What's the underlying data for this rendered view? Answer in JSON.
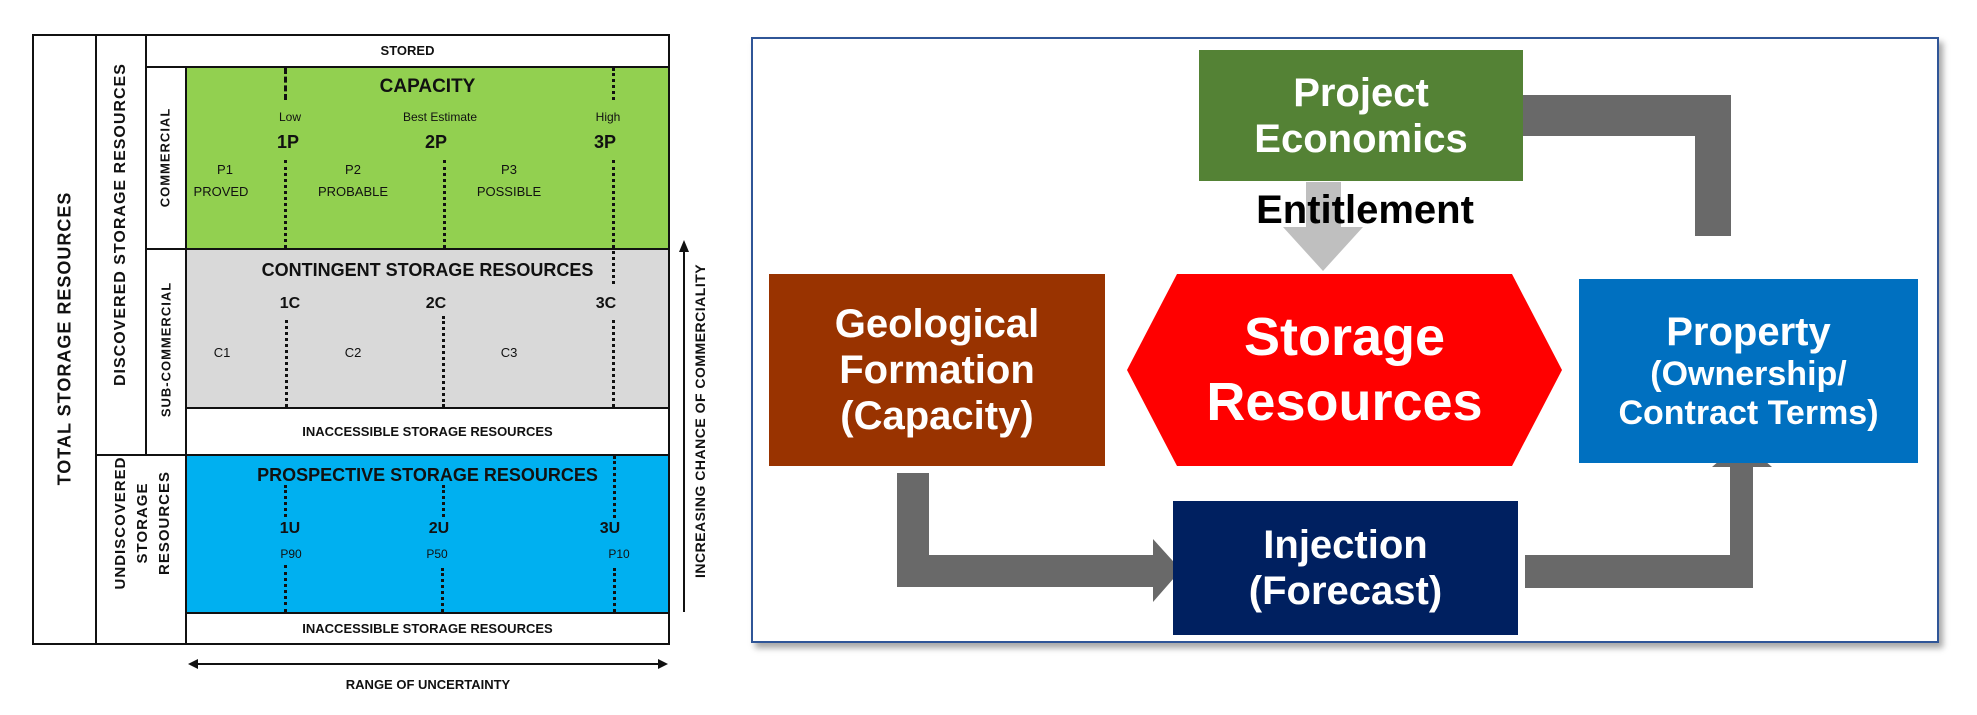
{
  "left_diagram": {
    "total_label": "TOTAL STORAGE RESOURCES",
    "discovered_label": "DISCOVERED STORAGE RESOURCES",
    "undiscovered_label": "UNDISCOVERED STORAGE RESOURCES",
    "commercial_label": "COMMERCIAL",
    "subcommercial_label": "SUB-COMMERCIAL",
    "stored_label": "STORED",
    "capacity": {
      "title": "CAPACITY",
      "low": "Low",
      "best": "Best Estimate",
      "high": "High",
      "markers": [
        "1P",
        "2P",
        "3P"
      ],
      "categories": [
        {
          "code": "P1",
          "name": "PROVED"
        },
        {
          "code": "P2",
          "name": "PROBABLE"
        },
        {
          "code": "P3",
          "name": "POSSIBLE"
        }
      ],
      "color": "#92D050"
    },
    "contingent": {
      "title": "CONTINGENT STORAGE RESOURCES",
      "markers": [
        "1C",
        "2C",
        "3C"
      ],
      "categories": [
        "C1",
        "C2",
        "C3"
      ],
      "color": "#D9D9D9"
    },
    "inaccessible_label": "INACCESSIBLE STORAGE RESOURCES",
    "prospective": {
      "title": "PROSPECTIVE STORAGE RESOURCES",
      "markers": [
        "1U",
        "2U",
        "3U"
      ],
      "percentiles": [
        "P90",
        "P50",
        "P10"
      ],
      "color": "#00B0F0"
    },
    "y_axis_label": "INCREASING CHANCE OF COMMERCIALITY",
    "x_axis_label": "RANGE OF UNCERTAINTY"
  },
  "right_diagram": {
    "project_economics": {
      "label_line1": "Project",
      "label_line2": "Economics",
      "color": "#548235"
    },
    "entitlement_label": "Entitlement",
    "geological": {
      "label_line1": "Geological",
      "label_line2": "Formation",
      "label_line3": "(Capacity)",
      "color": "#993300"
    },
    "storage": {
      "label_line1": "Storage",
      "label_line2": "Resources",
      "color": "#FF0000"
    },
    "property": {
      "label_line1": "Property",
      "label_line2": "(Ownership/",
      "label_line3": "Contract Terms)",
      "color": "#0070C0"
    },
    "injection": {
      "label_line1": "Injection",
      "label_line2": "(Forecast)",
      "color": "#002060"
    },
    "arrow_color": "#696969",
    "frame_color": "#2F5597"
  }
}
